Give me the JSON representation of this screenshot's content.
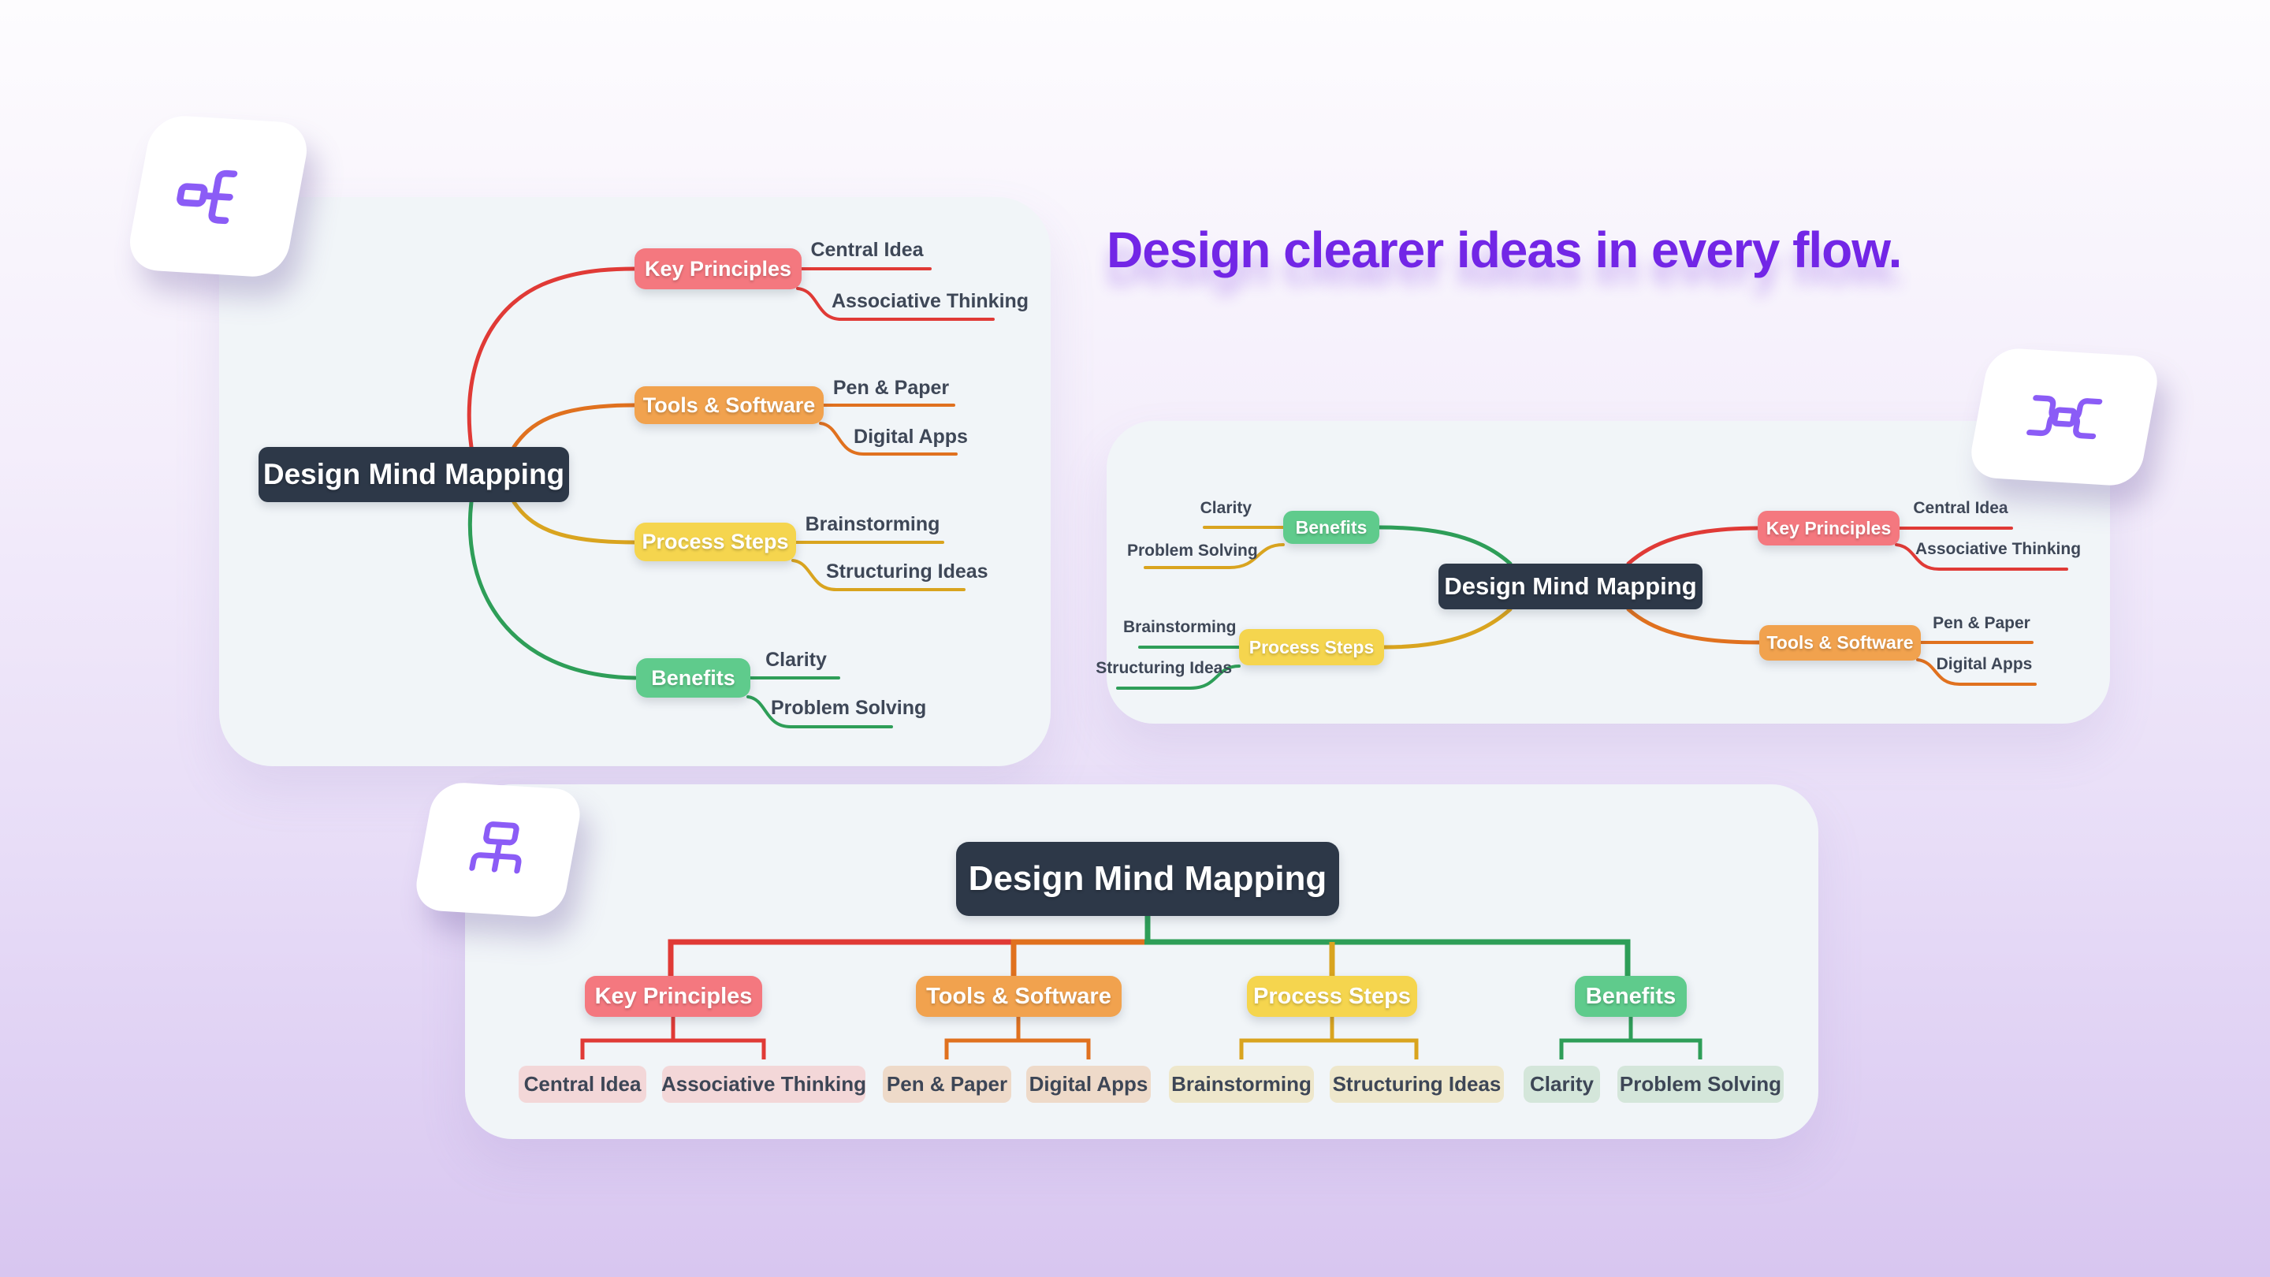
{
  "page": {
    "title_text": "Design clearer ideas in every flow."
  },
  "colors": {
    "headline": "#7226e6",
    "root_bg": "#2d3848",
    "branch_pink": "#f4787f",
    "branch_orange": "#f1a24e",
    "branch_yellow": "#f5d54e",
    "branch_green": "#5fcb8c",
    "line_red": "#e03a36",
    "line_orange": "#e0711f",
    "line_gold": "#d9a41f",
    "line_green": "#2e9e58",
    "leaf_pink": "#f3d7d8",
    "leaf_tan": "#eedac9",
    "leaf_khaki": "#eee7cb",
    "leaf_mint": "#d4e6da",
    "panel_bg": "#f1f5f8",
    "icon_purple": "#8b5cf6"
  },
  "icons": {
    "top_left_card": "mind-map-right-branch-icon",
    "top_right_card": "mind-map-bidirectional-icon",
    "bottom_card": "org-chart-tree-icon"
  },
  "panels": {
    "top_left": {
      "layout": "right-branching mind map",
      "root": "Design Mind Mapping",
      "branches": [
        {
          "label": "Key Principles",
          "leaves": [
            "Central Idea",
            "Associative Thinking"
          ]
        },
        {
          "label": "Tools & Software",
          "leaves": [
            "Pen & Paper",
            "Digital Apps"
          ]
        },
        {
          "label": "Process Steps",
          "leaves": [
            "Brainstorming",
            "Structuring Ideas"
          ]
        },
        {
          "label": "Benefits",
          "leaves": [
            "Clarity",
            "Problem Solving"
          ]
        }
      ]
    },
    "top_right": {
      "layout": "bidirectional mind map",
      "root": "Design Mind Mapping",
      "left_branches": [
        {
          "label": "Benefits",
          "leaves": [
            "Clarity",
            "Problem Solving"
          ]
        },
        {
          "label": "Process Steps",
          "leaves": [
            "Brainstorming",
            "Structuring Ideas"
          ]
        }
      ],
      "right_branches": [
        {
          "label": "Key Principles",
          "leaves": [
            "Central Idea",
            "Associative Thinking"
          ]
        },
        {
          "label": "Tools & Software",
          "leaves": [
            "Pen & Paper",
            "Digital Apps"
          ]
        }
      ]
    },
    "bottom": {
      "layout": "org-chart tree",
      "root": "Design Mind Mapping",
      "branches": [
        {
          "label": "Key Principles",
          "leaves": [
            "Central Idea",
            "Associative Thinking"
          ]
        },
        {
          "label": "Tools & Software",
          "leaves": [
            "Pen & Paper",
            "Digital Apps"
          ]
        },
        {
          "label": "Process Steps",
          "leaves": [
            "Brainstorming",
            "Structuring Ideas"
          ]
        },
        {
          "label": "Benefits",
          "leaves": [
            "Clarity",
            "Problem Solving"
          ]
        }
      ]
    }
  }
}
